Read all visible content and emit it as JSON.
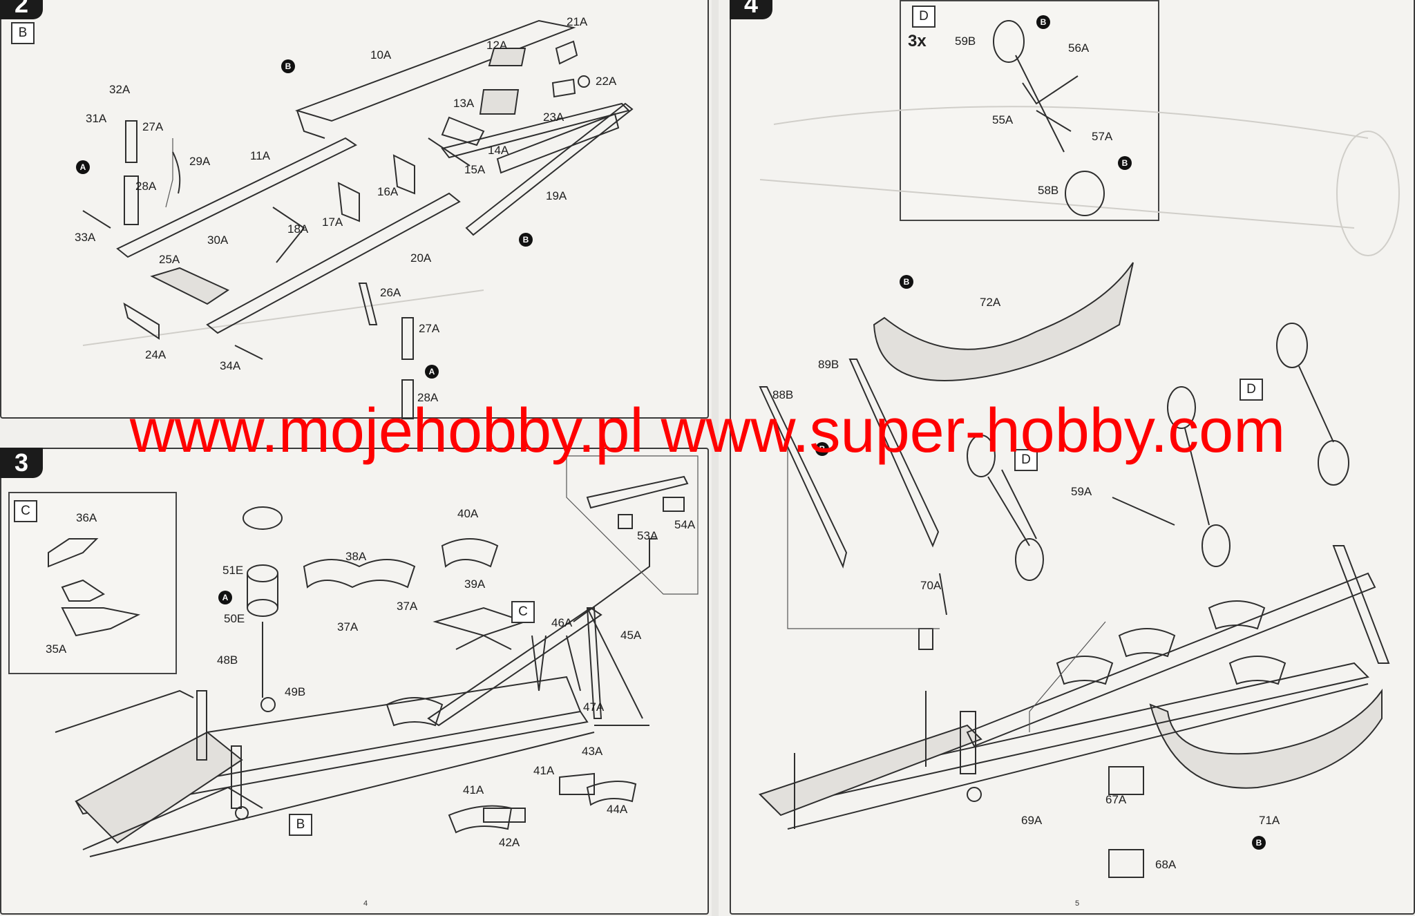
{
  "steps": [
    {
      "number": "2",
      "box": "B"
    },
    {
      "number": "4",
      "box": "D"
    },
    {
      "number": "3",
      "box": "C"
    }
  ],
  "step2_labels": [
    "21A",
    "10A",
    "12A",
    "22A",
    "23A",
    "13A",
    "14A",
    "15A",
    "32A",
    "31A",
    "27A",
    "29A",
    "11A",
    "16A",
    "19A",
    "28A",
    "17A",
    "18A",
    "30A",
    "33A",
    "25A",
    "20A",
    "26A",
    "27A",
    "24A",
    "34A",
    "28A"
  ],
  "step3_labels": [
    "36A",
    "35A",
    "51E",
    "50E",
    "38A",
    "40A",
    "37A",
    "39A",
    "37A",
    "46A",
    "45A",
    "53A",
    "54A",
    "48B",
    "49B",
    "47A",
    "43A",
    "41A",
    "41A",
    "44A",
    "42A"
  ],
  "step3_boxes": [
    "C",
    "B"
  ],
  "step4_labels": [
    "59B",
    "56A",
    "55A",
    "57A",
    "58B",
    "72A",
    "89B",
    "88B",
    "59A",
    "70A",
    "67A",
    "69A",
    "71A",
    "68A"
  ],
  "step4_boxes": [
    "D",
    "D",
    "D"
  ],
  "step4_detail_qty": "3x",
  "marker_letters": [
    "B",
    "A",
    "B",
    "A",
    "A",
    "B",
    "B",
    "B",
    "B",
    "B"
  ],
  "page_numbers": [
    "4",
    "5"
  ],
  "watermark": "www.mojehobby.pl www.super-hobby.com"
}
